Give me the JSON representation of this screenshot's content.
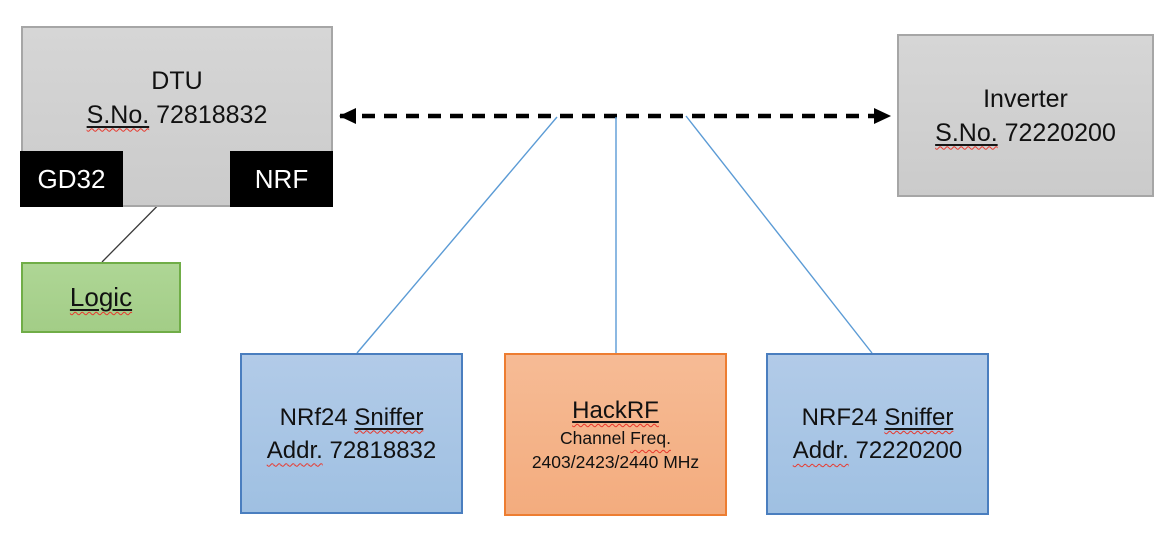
{
  "dtu": {
    "title": "DTU",
    "serial_label": "S.No.",
    "serial": "72818832",
    "chips": {
      "gd32": "GD32",
      "nrf": "NRF"
    }
  },
  "logic": {
    "label": "Logic"
  },
  "inverter": {
    "title": "Inverter",
    "serial_label": "S.No.",
    "serial": "72220200"
  },
  "sniffer1": {
    "name_prefix": "NRf24",
    "name_word": "Sniffer",
    "addr_label": "Addr.",
    "addr": "72818832"
  },
  "hackrf": {
    "title": "HackRF",
    "freq_prefix": "Channel",
    "freq_word": "Freq.",
    "channels": "2403/2423/2440 MHz"
  },
  "sniffer2": {
    "name_prefix": "NRF24",
    "name_word": "Sniffer",
    "addr_label": "Addr.",
    "addr": "72220200"
  },
  "colors": {
    "gray_fill": "#cbcbcb",
    "gray_fill_light": "#d6d6d6",
    "gray_border": "#a6a6a6",
    "black_chip": "#000000",
    "green_fill": "#a3cd87",
    "green_fill_light": "#aed695",
    "green_border": "#70ad47",
    "blue_fill": "#9fc0e2",
    "blue_fill_light": "#b2cbe8",
    "blue_border": "#4a7ebf",
    "orange_fill": "#f3ac7e",
    "orange_fill_light": "#f6bb95",
    "orange_border": "#ed7d31",
    "connector_blue": "#5b9bd5",
    "arrow_black": "#000000",
    "squiggle_red": "#e8372c"
  }
}
